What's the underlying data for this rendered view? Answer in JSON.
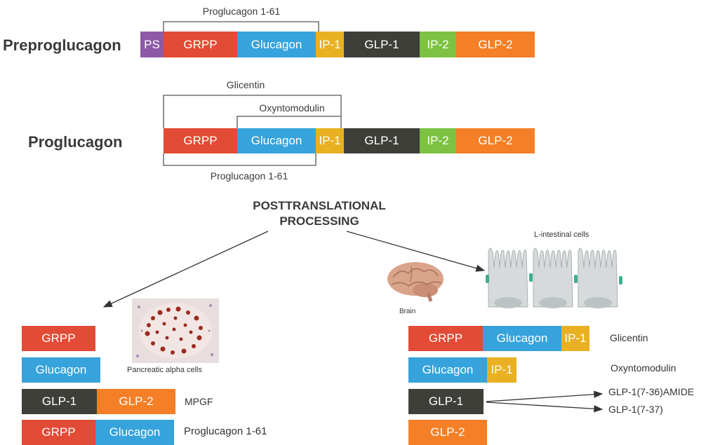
{
  "colors": {
    "ps": "#8e5aa8",
    "grpp": "#e24b35",
    "glucagon": "#36a3dc",
    "ip1": "#e9b121",
    "glp1": "#3f3f3a",
    "ip2": "#7dc242",
    "glp2": "#f57f26"
  },
  "labels": {
    "preproglucagon": "Preproglucagon",
    "proglucagon": "Proglucagon",
    "processing_line1": "POSTTRANSLATIONAL",
    "processing_line2": "PROCESSING",
    "l_intestinal_cells": "L-intestinal cells",
    "brain": "Brain",
    "pancreatic_alpha_cells": "Pancreatic alpha cells"
  },
  "segments": {
    "ps": "PS",
    "grpp": "GRPP",
    "glucagon": "Glucagon",
    "ip1": "IP-1",
    "glp1": "GLP-1",
    "ip2": "IP-2",
    "glp2": "GLP-2"
  },
  "brackets": {
    "proglucagon_1_61": "Proglucagon 1-61",
    "glicentin": "Glicentin",
    "oxyntomodulin": "Oxyntomodulin"
  },
  "pancreas_products": {
    "mpgf": "MPGF",
    "proglucagon_1_61": "Proglucagon 1-61"
  },
  "intestine_products": {
    "glicentin": "Glicentin",
    "oxyntomodulin": "Oxyntomodulin",
    "glp1_amide": "GLP-1(7-36)AMIDE",
    "glp1_37": "GLP-1(7-37)"
  }
}
